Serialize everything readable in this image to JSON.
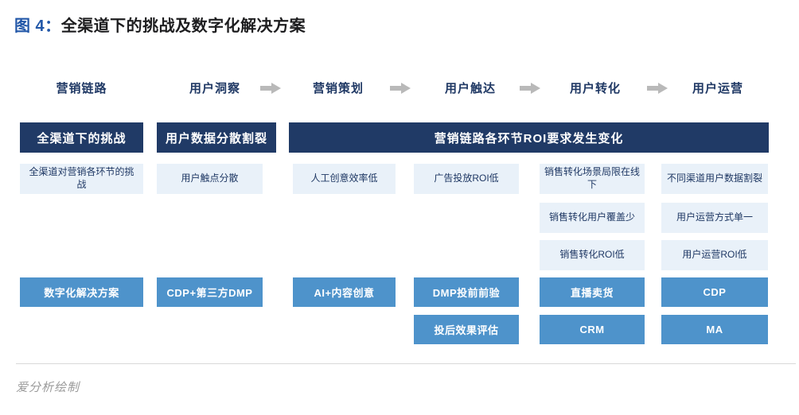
{
  "title": {
    "prefix": "图 4：",
    "text": "全渠道下的挑战及数字化解决方案"
  },
  "flow": {
    "label": "营销链路",
    "stages": [
      "用户洞察",
      "营销策划",
      "用户触达",
      "用户转化",
      "用户运营"
    ]
  },
  "section_headers": {
    "challenge": "全渠道下的挑战",
    "user_data": "用户数据分散割裂",
    "roi_change": "营销链路各环节ROI要求发生变化"
  },
  "challenges": {
    "overall": "全渠道对营销各环节的挑战",
    "insight": "用户触点分散",
    "planning": "人工创意效率低",
    "reach": "广告投放ROI低",
    "conversion": [
      "销售转化场景局限在线下",
      "销售转化用户覆盖少",
      "销售转化ROI低"
    ],
    "operation": [
      "不同渠道用户数据割裂",
      "用户运营方式单一",
      "用户运营ROI低"
    ]
  },
  "solutions": {
    "label": "数字化解决方案",
    "insight": "CDP+第三方DMP",
    "planning": "AI+内容创意",
    "reach": [
      "DMP投前前验",
      "投后效果评估"
    ],
    "conversion": [
      "直播卖货",
      "CRM"
    ],
    "operation": [
      "CDP",
      "MA"
    ]
  },
  "footer": {
    "credit": "爱分析绘制"
  },
  "colors": {
    "title_accent": "#2257A8",
    "dark_header": "#203A66",
    "solution_blue": "#4E93CB",
    "challenge_light": "#E9F1F9",
    "label_navy": "#1F3864",
    "arrow_gray": "#B9B9B9"
  }
}
